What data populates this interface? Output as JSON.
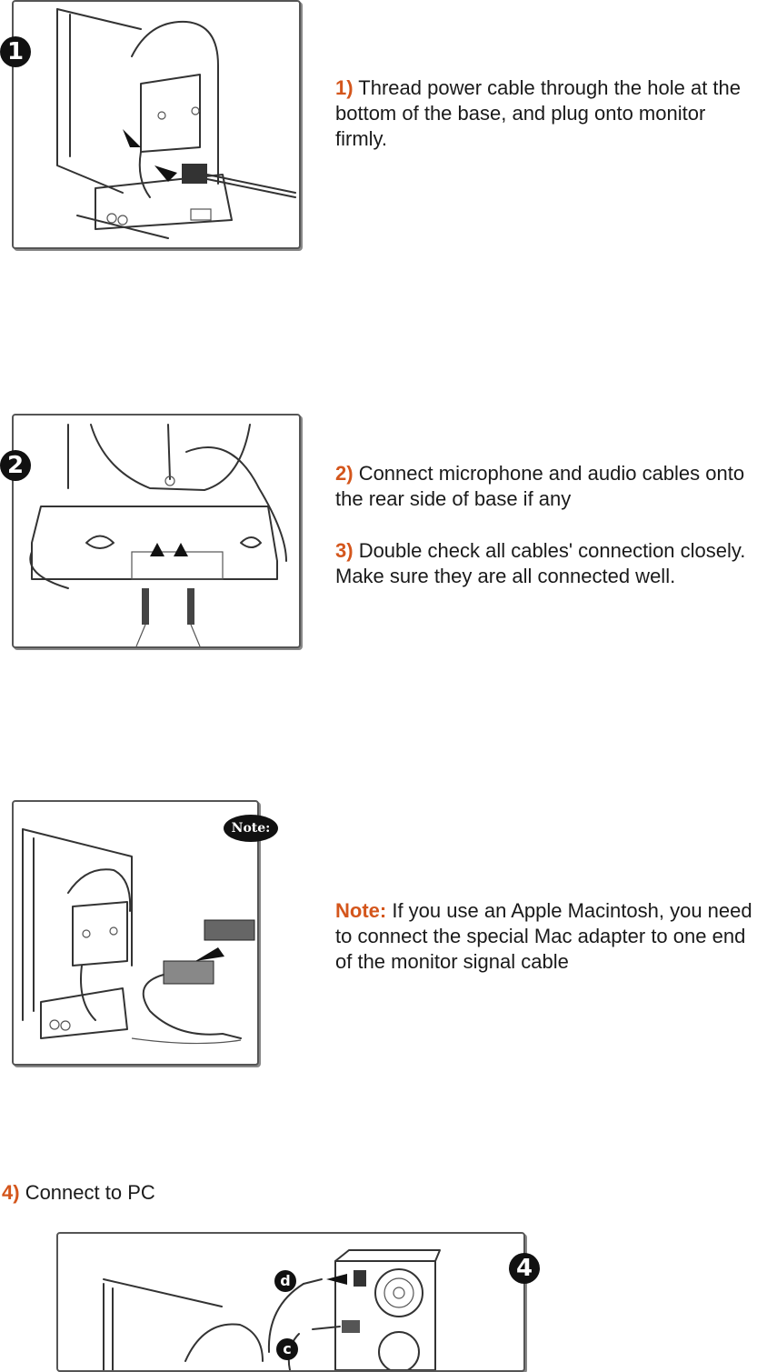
{
  "steps": [
    {
      "num": "1)",
      "text": "Thread power cable through the hole at the bottom of the base, and plug onto monitor firmly."
    },
    {
      "num": "2)",
      "text": "Connect microphone and audio cables onto the rear side of base if any"
    },
    {
      "num": "3)",
      "text": "Double check all cables' connection closely. Make sure they are all connected well."
    },
    {
      "num": "Note:",
      "text": "If you use an Apple Macintosh, you need to connect the special Mac adapter to one end of the monitor signal cable"
    },
    {
      "num": "4)",
      "text": "Connect to PC"
    }
  ],
  "badges": {
    "one": "1",
    "two": "2",
    "four": "4",
    "note": "Note:",
    "d": "d",
    "c": "c"
  },
  "colors": {
    "accent": "#d4561c",
    "line": "#333333"
  }
}
